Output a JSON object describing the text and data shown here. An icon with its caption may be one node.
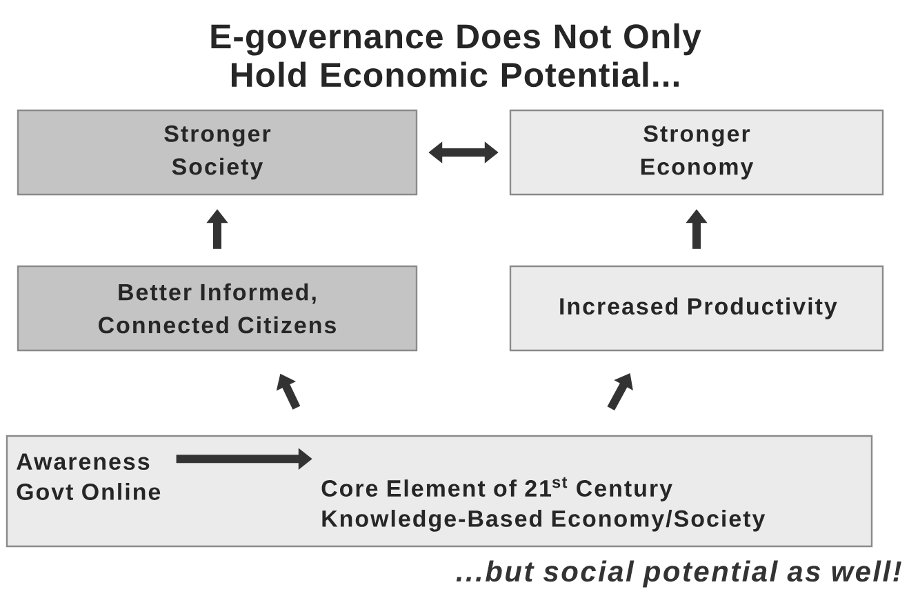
{
  "diagram": {
    "title": "E-governance Does Not Only Hold Economic Potential...",
    "caption": "...but social potential as well!",
    "nodes": [
      {
        "text": [
          "Stronger Society"
        ]
      },
      {
        "text": [
          "Stronger Economy"
        ]
      },
      {
        "text": [
          "Better Informed, Connected Citizens"
        ]
      },
      {
        "text": [
          "Increased Productivity"
        ]
      },
      {
        "text": [],
        "shape": "box"
      },
      {
        "text": [
          "Awareness Govt Online"
        ],
        "in": 4
      },
      {
        "text": [
          "Core Element of 21$^{st}$ Century Knowledge-Based Economy/Society"
        ],
        "in": 4
      }
    ],
    "edges": [
      {
        "from": 0,
        "to": 1,
        "arrow": "both"
      },
      {
        "from": 2,
        "to": 0,
        "arrow": "to"
      },
      {
        "from": 3,
        "to": 1,
        "arrow": "to"
      },
      {
        "from": 4,
        "to": 2,
        "arrow": "to"
      },
      {
        "from": 4,
        "to": 3,
        "arrow": "to"
      },
      {
        "from": 5,
        "to": 6,
        "arrow": "to"
      }
    ]
  }
}
